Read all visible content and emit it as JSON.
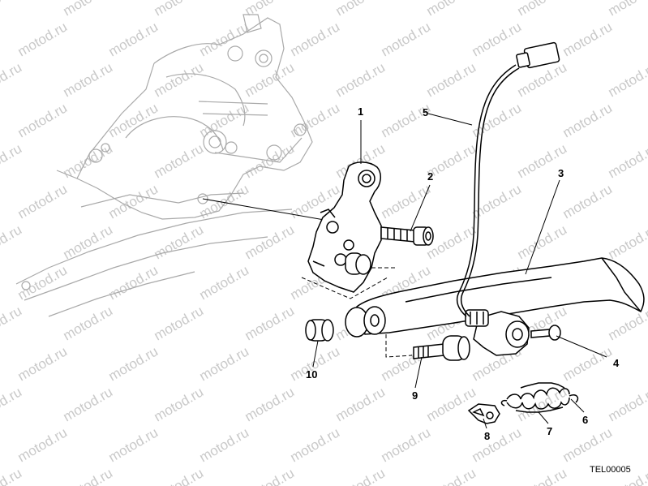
{
  "watermark": {
    "text": "motod.ru"
  },
  "drawing_code": "TEL00005",
  "callouts": {
    "c1": "1",
    "c2": "2",
    "c3": "3",
    "c4": "4",
    "c5": "5",
    "c6": "6",
    "c7": "7",
    "c8": "8",
    "c9": "9",
    "c10": "10"
  },
  "colors": {
    "line": "#000000",
    "ghost_outline": "#a9a9a9",
    "watermark": "#c9c9c9",
    "background": "#ffffff"
  }
}
